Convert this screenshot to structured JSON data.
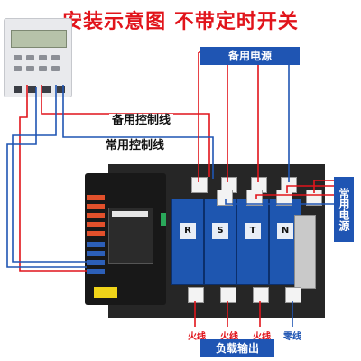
{
  "title": "安装示意图 不带定时开关",
  "labels": {
    "backup_power": "备用电源",
    "backup_control_line": "备用控制线",
    "normal_control_line": "常用控制线",
    "normal_power": "常用电源",
    "load_output": "负载输出"
  },
  "poles": [
    "R",
    "S",
    "T",
    "N"
  ],
  "outputs": [
    {
      "label": "火线",
      "kind": "phase"
    },
    {
      "label": "火线",
      "kind": "phase"
    },
    {
      "label": "火线",
      "kind": "phase"
    },
    {
      "label": "零线",
      "kind": "neutral"
    }
  ],
  "colors": {
    "title_red": "#e1141b",
    "wire_red": "#e1141b",
    "wire_blue": "#1f55b3",
    "switch_blue": "#1e56b0",
    "body_black": "#262626"
  }
}
